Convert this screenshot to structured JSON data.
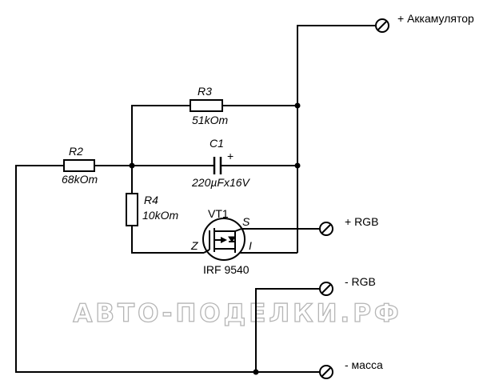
{
  "terminals": {
    "battery": "+ Аккамулятор",
    "rgb_plus": "+ RGB",
    "rgb_minus": "- RGB",
    "ground": "- масса"
  },
  "components": {
    "r3": {
      "ref": "R3",
      "value": "51kOm"
    },
    "c1": {
      "ref": "C1",
      "value": "220µFx16V",
      "polarity": "+"
    },
    "r2": {
      "ref": "R2",
      "value": "68kOm"
    },
    "r4": {
      "ref": "R4",
      "value": "10kOm"
    },
    "vt1": {
      "ref": "VT1",
      "part": "IRF 9540",
      "pin_s": "S",
      "pin_z": "Z",
      "pin_i": "I"
    }
  },
  "watermark": "АВТО-ПОДЕЛКИ.РФ",
  "colors": {
    "wire": "#000000",
    "background": "#ffffff",
    "watermark_outline": "#b5b5b5"
  }
}
